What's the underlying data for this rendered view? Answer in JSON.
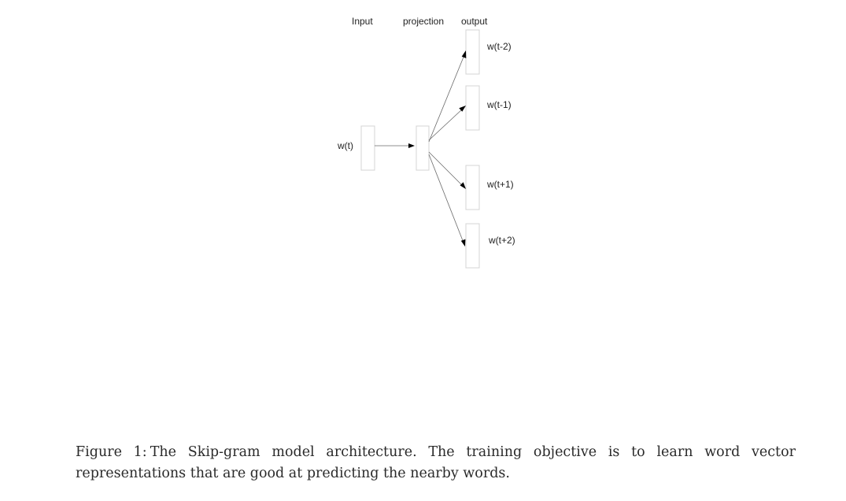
{
  "diagram": {
    "layer_labels": {
      "input": "Input",
      "projection": "projection",
      "output": "output"
    },
    "input_word": "w(t)",
    "output_words": [
      "w(t-2)",
      "w(t-1)",
      "w(t+1)",
      "w(t+2)"
    ]
  },
  "caption": {
    "label": "Figure 1:",
    "text": "The Skip-gram model architecture. The training objective is to learn word vector representations that are good at predicting the nearby words."
  }
}
